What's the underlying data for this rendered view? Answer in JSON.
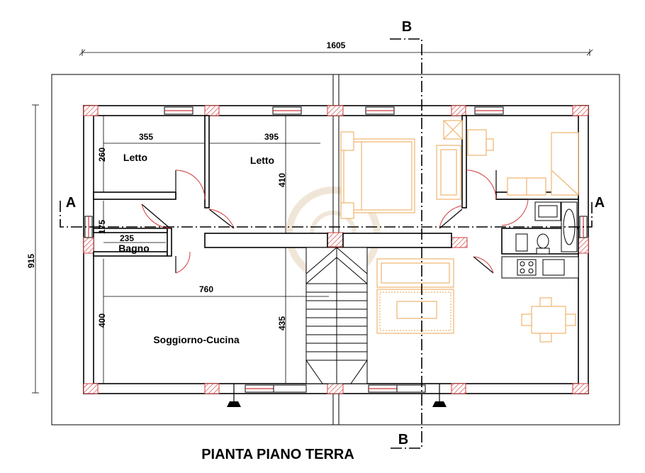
{
  "drawing": {
    "title": "PIANTA PIANO TERRA",
    "section_a_label": "A",
    "section_b_label": "B",
    "overall_width": "1605",
    "overall_depth": "915"
  },
  "rooms": {
    "bedroom_1": {
      "label": "Letto",
      "width": "355",
      "depth": "260"
    },
    "bedroom_2": {
      "label": "Letto",
      "width": "395",
      "depth": "410"
    },
    "bathroom": {
      "label": "Bagno",
      "width": "235",
      "depth": "175"
    },
    "living_kitchen": {
      "label": "Soggiorno-Cucina",
      "width": "760",
      "depth": "400",
      "depth_2": "435"
    }
  },
  "colors": {
    "hatch": "#d23b3b",
    "furniture": "#f0b46e",
    "watermark": "#efe4d4"
  }
}
